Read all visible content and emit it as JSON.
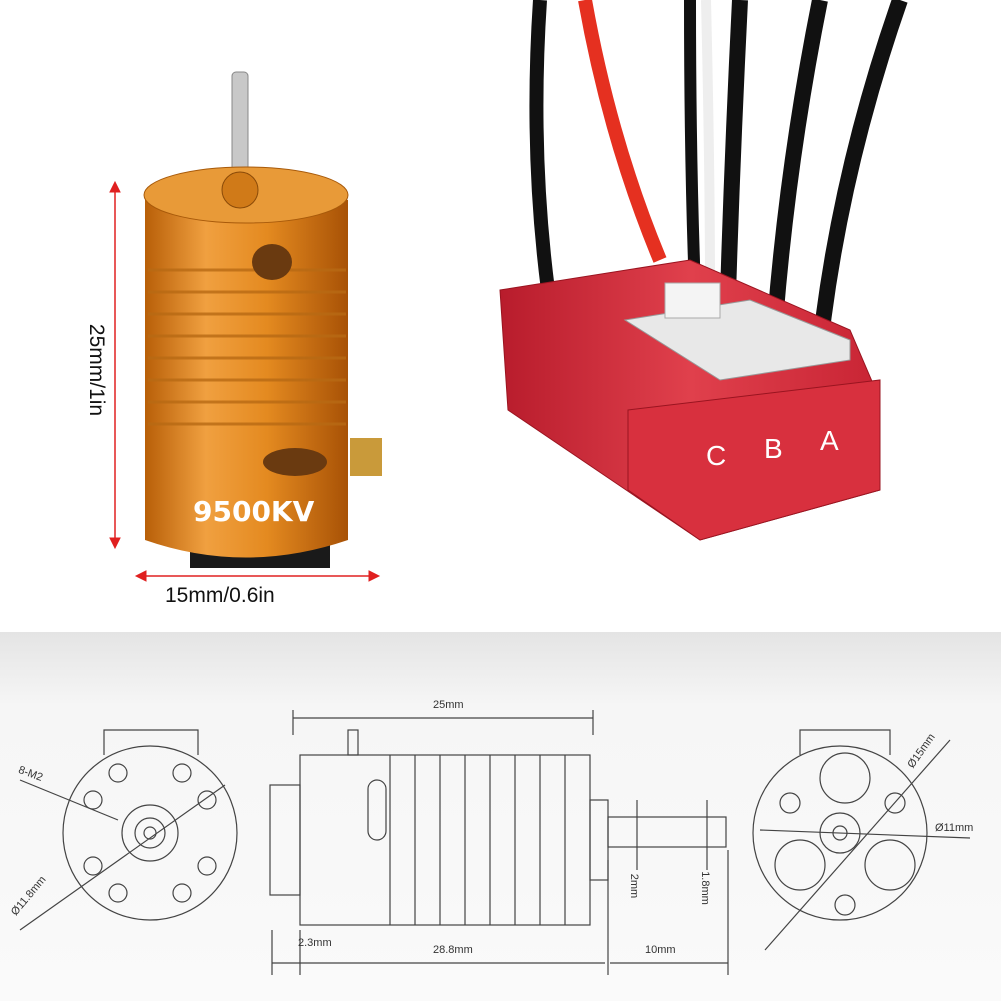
{
  "motor": {
    "kv_label": "9500KV",
    "height_label": "25mm/1in",
    "width_label": "15mm/0.6in",
    "body_color": "#e08a1e",
    "arrow_color": "#e02020"
  },
  "esc": {
    "body_color": "#d42a3a",
    "phase_labels": [
      "C",
      "B",
      "A"
    ]
  },
  "drawing": {
    "mount_holes": "8-M2",
    "front_diameter": "Ø11.8mm",
    "body_length": "25mm",
    "total_length": "28.8mm",
    "rear_offset": "2.3mm",
    "shaft_length": "10mm",
    "shaft_diameter": "2mm",
    "shaft_flat": "1.8mm",
    "outer_diameter": "Ø15mm",
    "bolt_circle": "Ø11mm"
  }
}
